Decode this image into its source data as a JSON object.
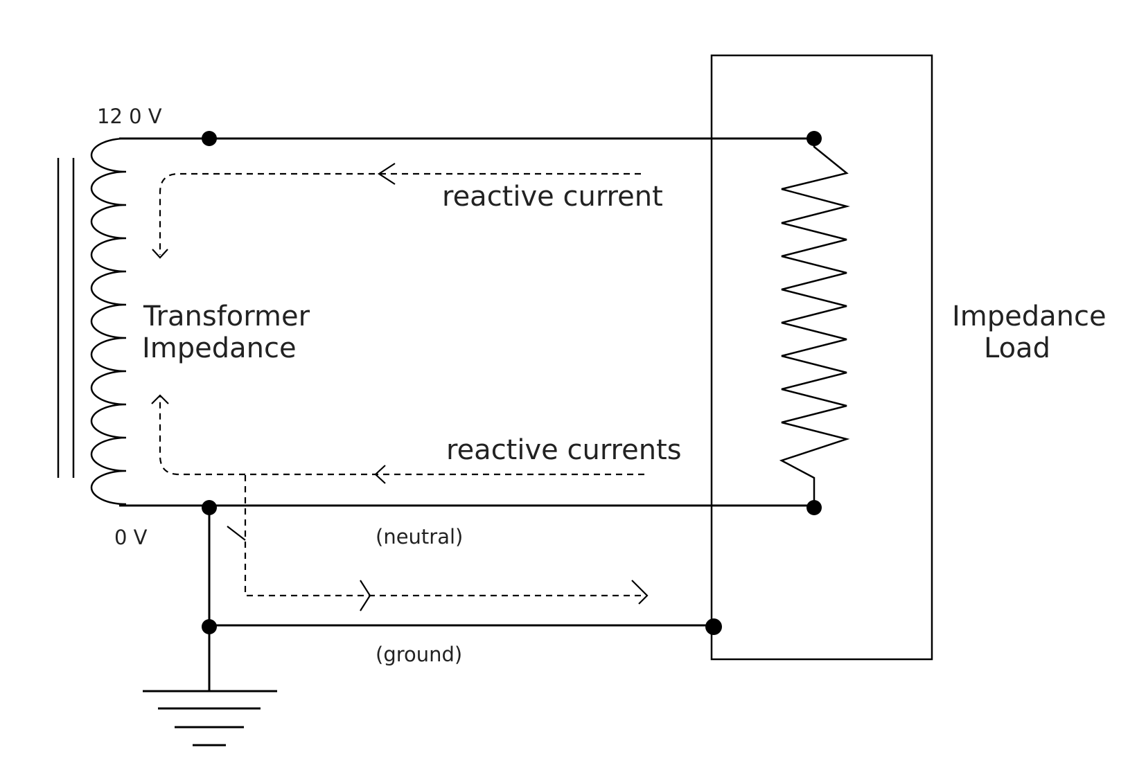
{
  "labels": {
    "voltage_top": "12 0 V",
    "voltage_bottom": "0 V",
    "transformer_line1": "Transformer",
    "transformer_line2": "Impedance",
    "load_line1": "Impedance",
    "load_line2": "Load",
    "reactive_current_top": "reactive current",
    "reactive_currents_bottom": "reactive currents",
    "neutral": "(neutral)",
    "ground": "(ground)"
  }
}
